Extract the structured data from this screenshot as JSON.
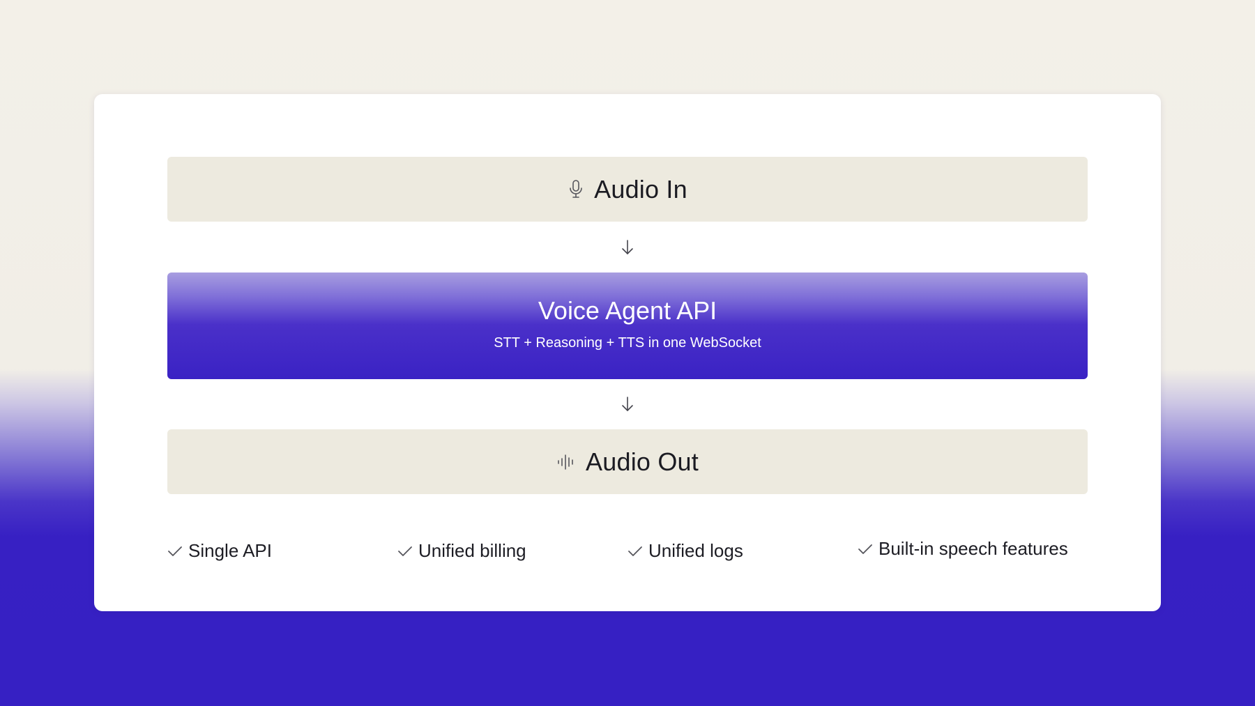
{
  "colors": {
    "card": "#ffffff",
    "io_box": "#edeadf",
    "api_box": "#3a22c4",
    "background_bottom": "#3620c3",
    "background_top": "#f3f0e8"
  },
  "audio_in": {
    "label": "Audio In",
    "icon": "microphone-icon"
  },
  "flow_arrow_1": {
    "icon": "arrow-down-icon"
  },
  "voice_agent": {
    "title": "Voice Agent API",
    "subtitle": "STT + Reasoning + TTS in one WebSocket"
  },
  "flow_arrow_2": {
    "icon": "arrow-down-icon"
  },
  "audio_out": {
    "label": "Audio Out",
    "icon": "waveform-icon"
  },
  "features": [
    {
      "label": "Single API",
      "icon": "check-icon"
    },
    {
      "label": "Unified billing",
      "icon": "check-icon"
    },
    {
      "label": "Unified logs",
      "icon": "check-icon"
    },
    {
      "label": "Built-in speech features",
      "icon": "check-icon"
    }
  ]
}
